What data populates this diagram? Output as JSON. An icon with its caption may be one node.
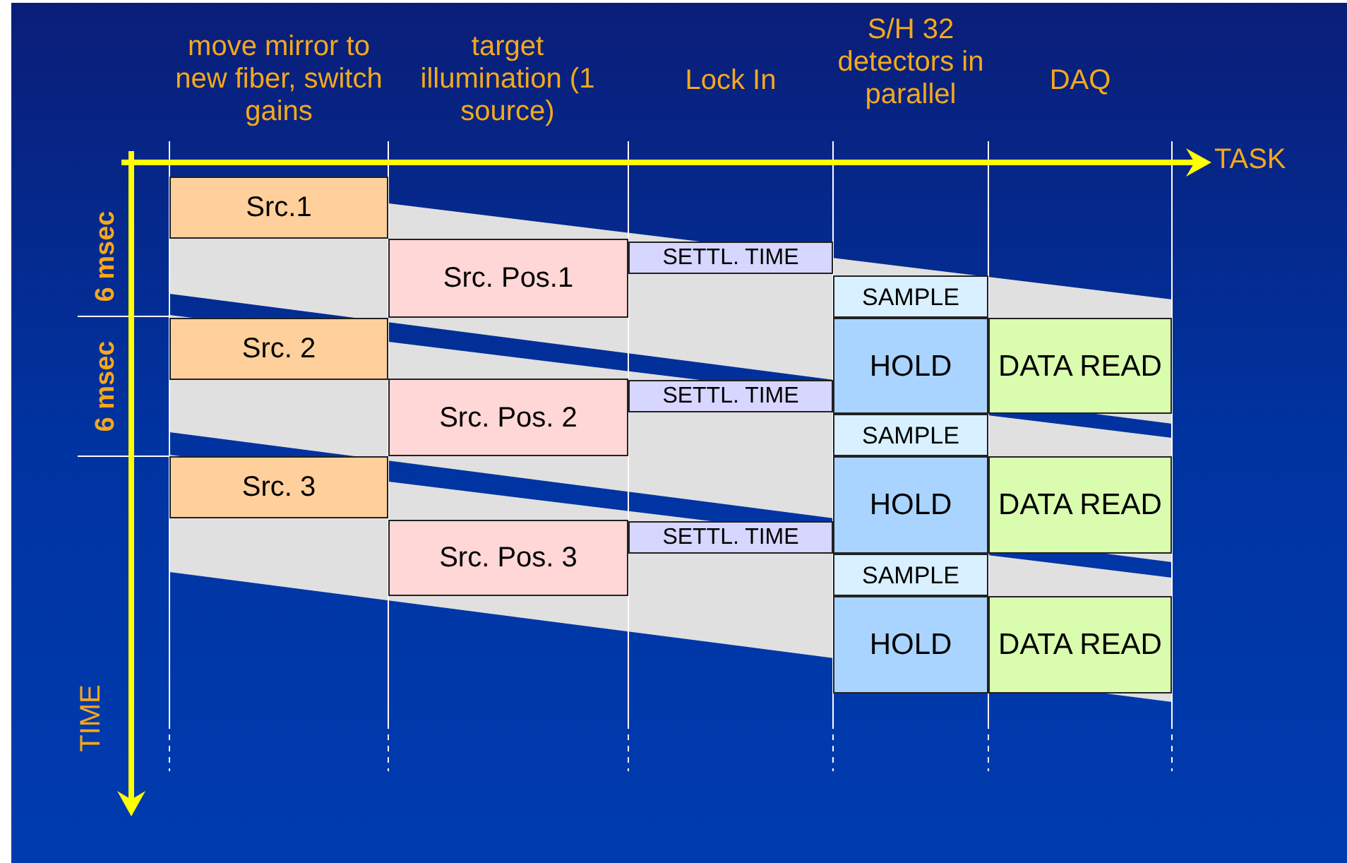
{
  "diagram": {
    "nodes": [
      {
        "text": [
          "Src.1"
        ]
      },
      {
        "text": [
          "Src. Pos.1"
        ]
      },
      {
        "text": [
          "SETTL. TIME"
        ]
      },
      {
        "text": [
          "SAMPLE"
        ]
      },
      {
        "text": [
          "Src. 2"
        ]
      },
      {
        "text": [
          "HOLD"
        ]
      },
      {
        "text": [
          "DATA READ"
        ]
      },
      {
        "text": [
          "Src. Pos. 2"
        ]
      },
      {
        "text": [
          "SETTL. TIME"
        ]
      },
      {
        "text": [
          "SAMPLE"
        ]
      },
      {
        "text": [
          "Src. 3"
        ]
      },
      {
        "text": [
          "HOLD"
        ]
      },
      {
        "text": [
          "DATA READ"
        ]
      },
      {
        "text": [
          "Src. Pos. 3"
        ]
      },
      {
        "text": [
          "SETTL. TIME"
        ]
      },
      {
        "text": [
          "SAMPLE"
        ]
      },
      {
        "text": [
          "HOLD"
        ]
      },
      {
        "text": [
          "DATA READ"
        ]
      }
    ],
    "labels": [
      "move mirror to new fiber, switch gains",
      "target illumination (1 source)",
      "Lock In",
      "S/H 32 detectors in parallel",
      "DAQ",
      "TASK",
      "6 msec",
      "6 msec",
      "TIME"
    ]
  }
}
